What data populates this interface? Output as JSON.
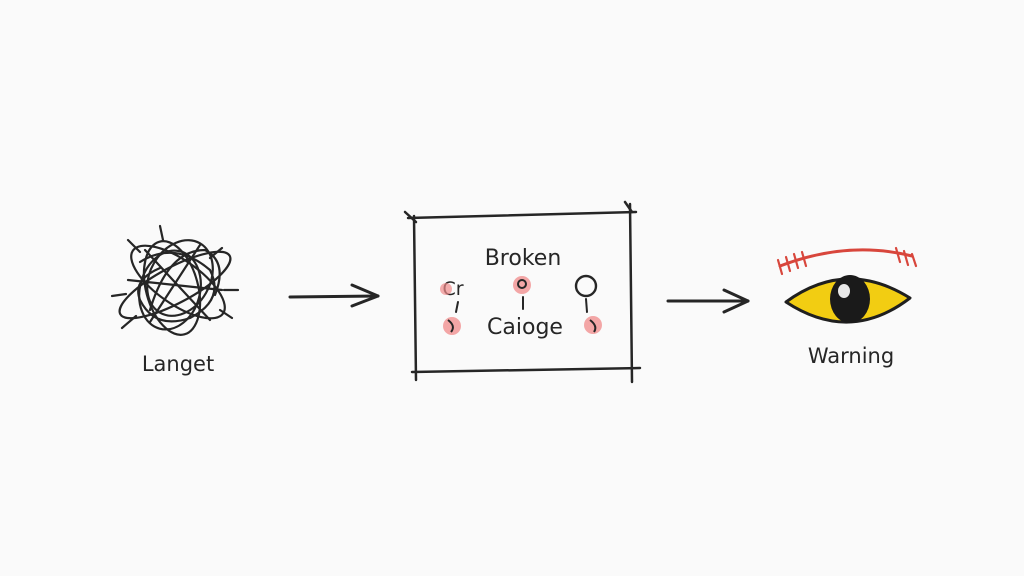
{
  "labels": {
    "left": "Langet",
    "box_title": "Broken",
    "box_bottom": "Caioge",
    "box_small": "Cr",
    "right": "Warning"
  },
  "colors": {
    "ink": "#262626",
    "red": "#d8463c",
    "pink_dot": "#f08a8a",
    "eye_yellow": "#f2cd12",
    "eye_outline": "#1f1f1f",
    "background": "#fafafa"
  },
  "icons": {
    "left": "tangled-scribble-icon",
    "right": "eye-warning-icon"
  }
}
